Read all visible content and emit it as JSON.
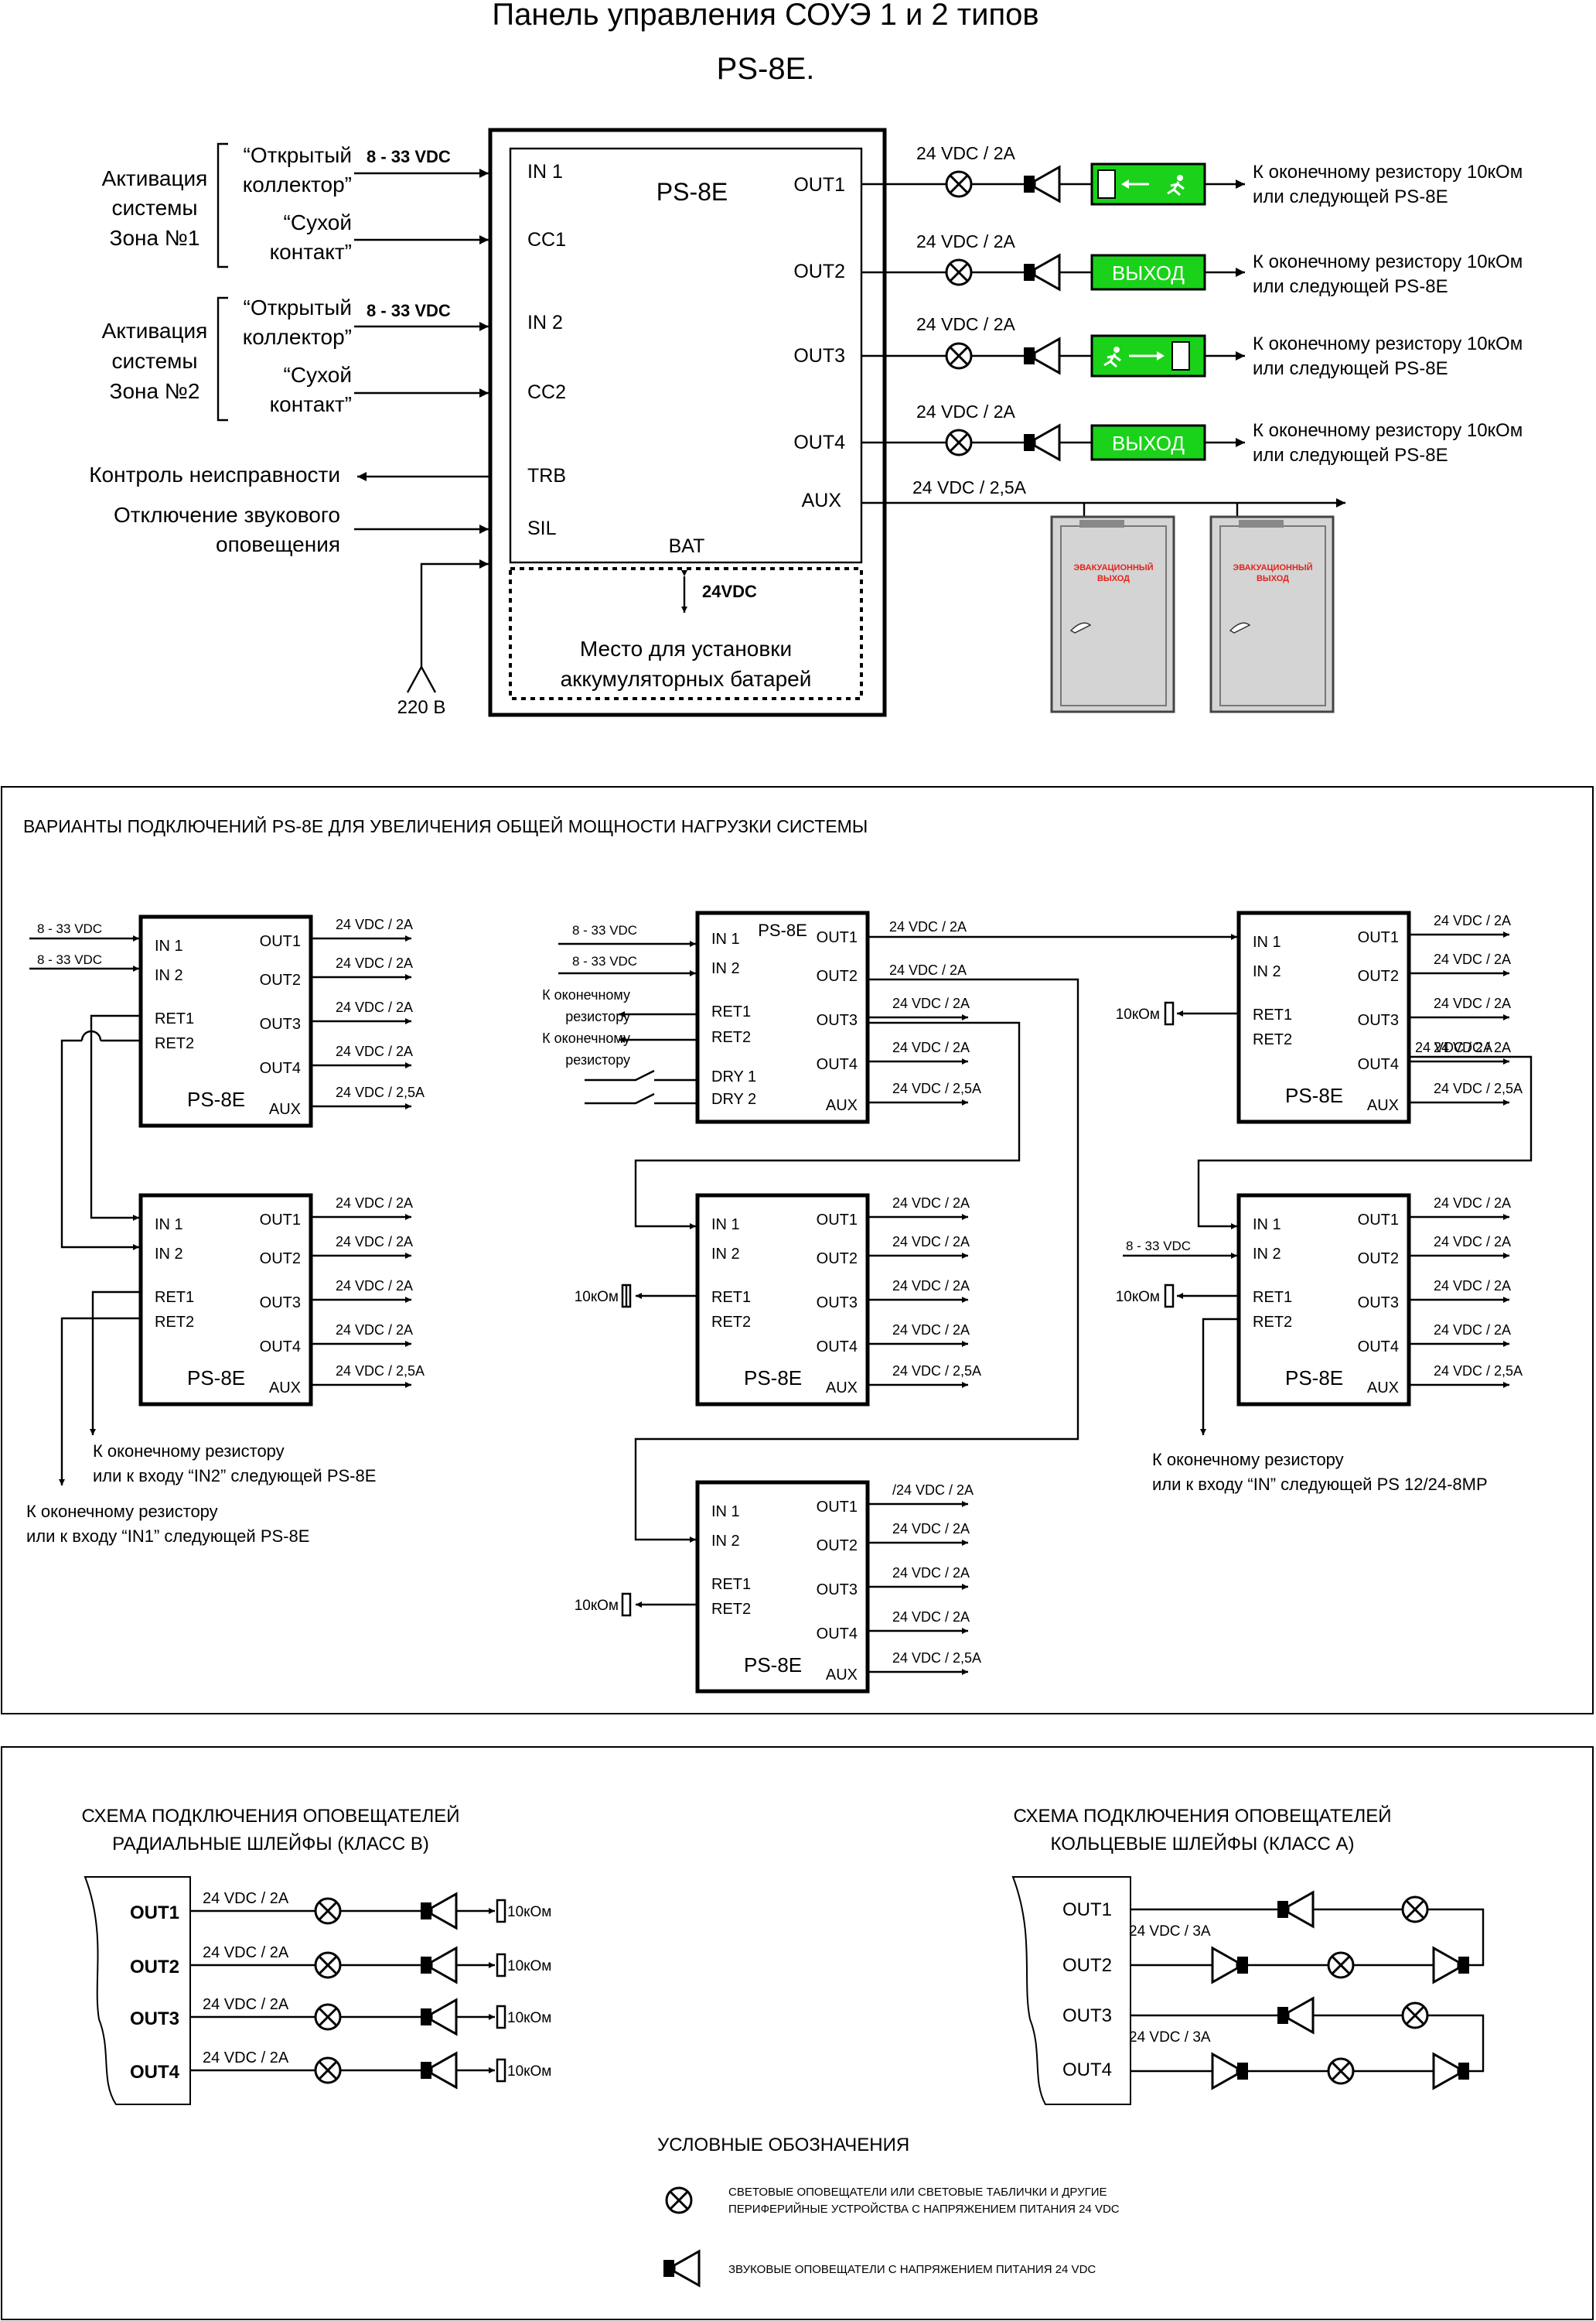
{
  "title": {
    "line1": "Панель управления СОУЭ 1 и 2 типов",
    "line2": "PS-8E."
  },
  "top": {
    "panel_name": "PS-8E",
    "left_ports": [
      "IN 1",
      "CC1",
      "IN 2",
      "CC2",
      "TRB",
      "SIL"
    ],
    "right_ports": [
      "OUT1",
      "OUT2",
      "OUT3",
      "OUT4",
      "AUX"
    ],
    "bat_label": "BAT",
    "bat_voltage": "24VDC",
    "battery_place": [
      "Место для установки",
      "аккумуляторных батарей"
    ],
    "mains": "220 В",
    "zone1": [
      "Активация",
      "системы",
      "Зона №1"
    ],
    "zone2": [
      "Активация",
      "системы",
      "Зона №2"
    ],
    "open_collector": [
      "“Открытый",
      "коллектор”"
    ],
    "dry_contact": [
      "“Сухой",
      "контакт”"
    ],
    "in_voltage": "8 - 33 VDC",
    "fault": "Контроль неисправности",
    "silence": [
      "Отключение звукового",
      "оповещения"
    ],
    "out_voltage": "24 VDC / 2A",
    "aux_voltage": "24 VDC / 2,5A",
    "sign_text": "ВЫХОД",
    "to_resistor": [
      "К оконечному резистору 10кОм",
      "или следующей PS-8E"
    ],
    "door_text": [
      "ЭВАКУАЦИОННЫЙ",
      "ВЫХОД"
    ]
  },
  "variants": {
    "heading": "ВАРИАНТЫ ПОДКЛЮЧЕНИЙ PS-8E ДЛЯ УВЕЛИЧЕНИЯ ОБЩЕЙ МОЩНОСТИ НАГРУЗКИ СИСТЕМЫ",
    "module_name": "PS-8E",
    "in_voltage": "8 - 33 VDC",
    "out_voltage": "24 VDC / 2A",
    "aux_voltage": "24 VDC / 2,5A",
    "out_voltage_alt": "/24 VDC / 2A",
    "resistor": "10кОм",
    "to_resistor": [
      "К оконечному",
      "резистору"
    ],
    "left_note_in2": [
      "К оконечному резистору",
      "или к входу “IN2” следующей PS-8E"
    ],
    "left_note_in1": [
      "К оконечному резистору",
      "или к входу “IN1” следующей PS-8E"
    ],
    "right_note": [
      "К оконечному резистору",
      "или к входу “IN” следующей PS 12/24-8MP"
    ],
    "labels": {
      "in1": "IN 1",
      "in2": "IN 2",
      "ret1": "RET1",
      "ret2": "RET2",
      "out1": "OUT1",
      "out2": "OUT2",
      "out3": "OUT3",
      "out4": "OUT4",
      "aux": "AUX",
      "dry1": "DRY 1",
      "dry2": "DRY 2"
    }
  },
  "bottom": {
    "radial_title": [
      "СХЕМА ПОДКЛЮЧЕНИЯ ОПОВЕЩАТЕЛЕЙ",
      "РАДИАЛЬНЫЕ ШЛЕЙФЫ (КЛАСС В)"
    ],
    "ring_title": [
      "СХЕМА ПОДКЛЮЧЕНИЯ ОПОВЕЩАТЕЛЕЙ",
      "КОЛЬЦЕВЫЕ ШЛЕЙФЫ (КЛАСС А)"
    ],
    "outs": [
      "OUT1",
      "OUT2",
      "OUT3",
      "OUT4"
    ],
    "radial_voltage": "24 VDC / 2A",
    "ring_voltage": "24 VDC / 3A",
    "resistor": "10кОм",
    "legend_title": "УСЛОВНЫЕ ОБОЗНАЧЕНИЯ",
    "legend_light": [
      "СВЕТОВЫЕ ОПОВЕЩАТЕЛИ ИЛИ СВЕТОВЫЕ ТАБЛИЧКИ И ДРУГИЕ",
      "ПЕРИФЕРИЙНЫЕ УСТРОЙСТВА С НАПРЯЖЕНИЕМ ПИТАНИЯ 24 VDC"
    ],
    "legend_sound": "ЗВУКОВЫЕ ОПОВЕЩАТЕЛИ С НАПРЯЖЕНИЕМ ПИТАНИЯ 24 VDC"
  },
  "colors": {
    "sign_green": "#19d219",
    "door_fill": "#d4d4d4",
    "door_text": "#e0241b",
    "line": "#000000"
  }
}
